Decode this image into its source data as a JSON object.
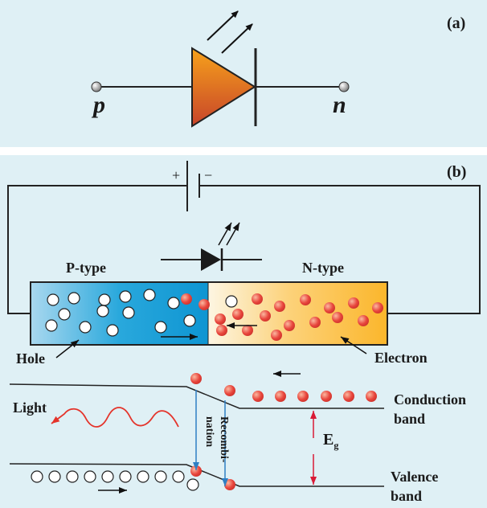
{
  "panel_a": {
    "tag": "(a)",
    "terminal_p": "p",
    "terminal_n": "n"
  },
  "panel_b": {
    "tag": "(b)",
    "battery_plus": "+",
    "battery_minus": "−",
    "p_type_label": "P-type",
    "n_type_label": "N-type",
    "hole_label": "Hole",
    "electron_label": "Electron",
    "light_label": "Light",
    "recombination_label_line1": "Recombi-",
    "recombination_label_line2": "nation",
    "gap_label": "E",
    "gap_subscript": "g",
    "conduction_band_line1": "Conduction",
    "conduction_band_line2": "band",
    "valence_band_line1": "Valence",
    "valence_band_line2": "band"
  },
  "colors": {
    "panel_background": "#dff0f5",
    "electron_red": "#e8453c",
    "p_region_blue": "#1aa3d8",
    "n_region_orange": "#fbb62b",
    "led_orange": "#f7a21b",
    "light_wave": "#e4342b",
    "electron_drop_arrow": "#2e7fc4",
    "gap_arrow": "#d91b36"
  }
}
